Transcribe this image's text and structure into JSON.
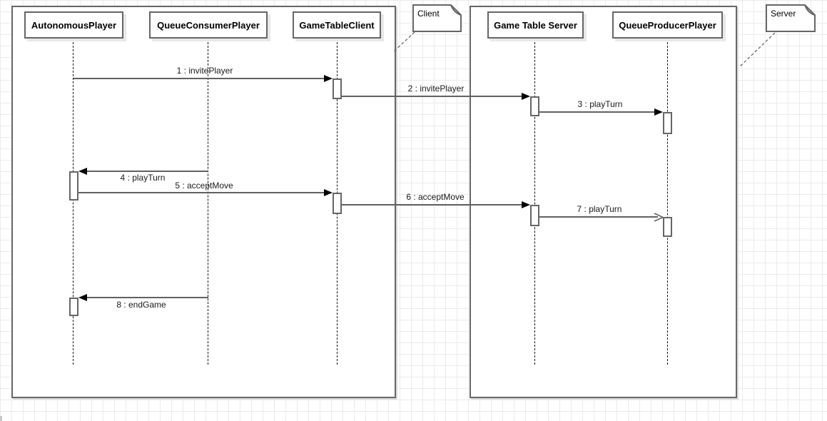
{
  "diagram_type": "uml-sequence",
  "colors": {
    "background": "#ffffff",
    "grid_line": "#ebebeb",
    "shape_border": "#666666",
    "message_line": "#616161",
    "arrowhead": "#000000",
    "label_text": "#1a1a1a",
    "header_text": "#000000",
    "shadow": "#e8e8e8"
  },
  "notes": [
    {
      "label": "Client"
    },
    {
      "label": "Server"
    }
  ],
  "lifelines": [
    {
      "label": "AutonomousPlayer"
    },
    {
      "label": "QueueConsumerPlayer"
    },
    {
      "label": "GameTableClient"
    },
    {
      "label": "Game Table Server"
    },
    {
      "label": "QueueProducerPlayer"
    }
  ],
  "messages": [
    {
      "label": "1 : invitePlayer",
      "from": "AutonomousPlayer",
      "to": "GameTableClient",
      "arrow": "solid"
    },
    {
      "label": "2 : invitePlayer",
      "from": "GameTableClient",
      "to": "Game Table Server",
      "arrow": "solid"
    },
    {
      "label": "3 : playTurn",
      "from": "Game Table Server",
      "to": "QueueProducerPlayer",
      "arrow": "solid"
    },
    {
      "label": "4 : playTurn",
      "from": "QueueConsumerPlayer",
      "to": "AutonomousPlayer",
      "arrow": "solid"
    },
    {
      "label": "5 : acceptMove",
      "from": "AutonomousPlayer",
      "to": "GameTableClient",
      "arrow": "solid"
    },
    {
      "label": "6 : acceptMove",
      "from": "GameTableClient",
      "to": "Game Table Server",
      "arrow": "solid"
    },
    {
      "label": "7 : playTurn",
      "from": "Game Table Server",
      "to": "QueueProducerPlayer",
      "arrow": "open"
    },
    {
      "label": "8 : endGame",
      "from": "QueueConsumerPlayer",
      "to": "AutonomousPlayer",
      "arrow": "solid"
    }
  ]
}
